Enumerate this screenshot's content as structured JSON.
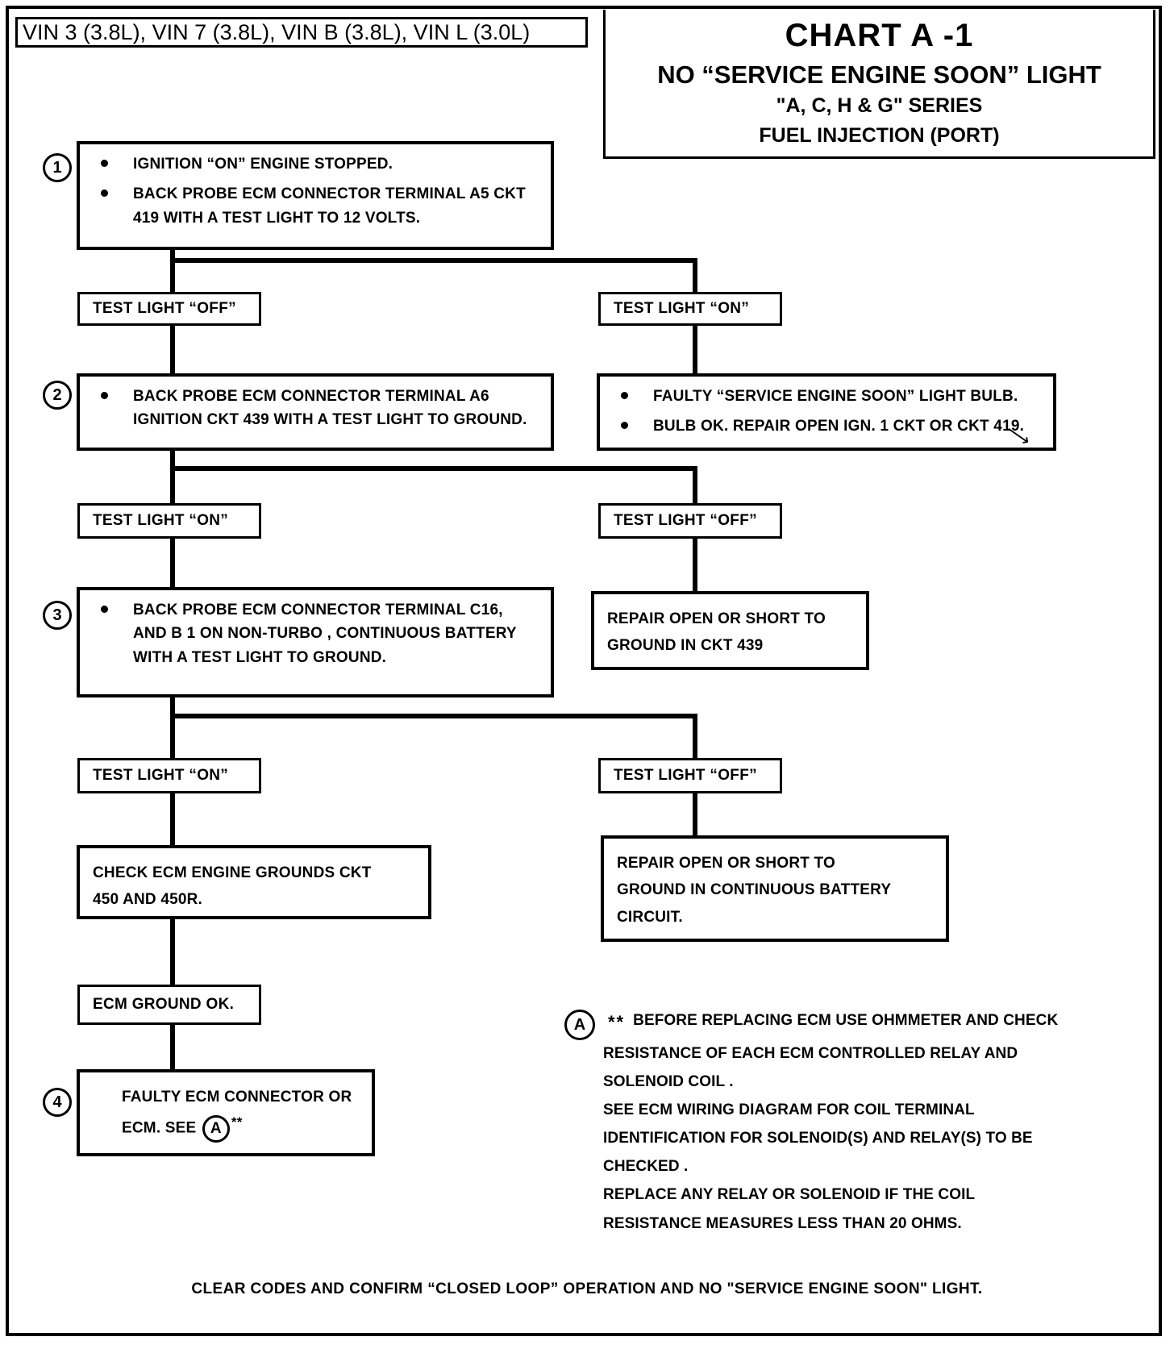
{
  "header": {
    "vin_label": "VIN 3 (3.8L), VIN 7 (3.8L), VIN B (3.8L), VIN L (3.0L)",
    "chart_number": "CHART  A -1",
    "title_line1": "NO “SERVICE ENGINE SOON” LIGHT",
    "title_line2": "\"A, C, H & G\" SERIES",
    "title_line3": "FUEL INJECTION  (PORT)"
  },
  "steps": {
    "one": "1",
    "two": "2",
    "three": "3",
    "four": "4"
  },
  "box1": {
    "bullets": [
      "IGNITION “ON” ENGINE STOPPED.",
      "BACK PROBE ECM CONNECTOR TERMINAL A5 CKT 419 WITH A TEST LIGHT TO 12 VOLTS."
    ]
  },
  "row1": {
    "left": "TEST LIGHT “OFF”",
    "right": "TEST LIGHT “ON”"
  },
  "box2": {
    "bullets": [
      "BACK PROBE ECM CONNECTOR TERMINAL A6 IGNITION CKT 439 WITH A TEST LIGHT TO GROUND."
    ]
  },
  "box2_right": {
    "bullets": [
      "FAULTY “SERVICE ENGINE SOON” LIGHT BULB.",
      "BULB OK. REPAIR OPEN IGN. 1 CKT OR CKT 419."
    ]
  },
  "row2": {
    "left": "TEST LIGHT “ON”",
    "right": "TEST LIGHT  “OFF”"
  },
  "box3": {
    "bullets": [
      "BACK PROBE ECM CONNECTOR TERMINAL C16, AND B 1 ON NON-TURBO , CONTINUOUS BATTERY WITH A TEST LIGHT TO GROUND."
    ]
  },
  "box3_right": {
    "line1": "REPAIR OPEN OR SHORT TO",
    "line2": "GROUND IN CKT 439"
  },
  "row3": {
    "left": "TEST LIGHT  “ON”",
    "right": "TEST LIGHT  “OFF”"
  },
  "box4_right": {
    "line1": "REPAIR OPEN OR SHORT TO",
    "line2": "GROUND IN CONTINUOUS BATTERY",
    "line3": "CIRCUIT."
  },
  "box_grounds": {
    "line1": "CHECK ECM ENGINE GROUNDS CKT",
    "line2": "450 AND  450R."
  },
  "box_ground_ok": {
    "label": "ECM GROUND OK."
  },
  "box4": {
    "line1": "FAULTY ECM CONNECTOR OR",
    "line2_pre": "ECM. SEE",
    "ref": "A",
    "line2_post": "**"
  },
  "note": {
    "ref": "A",
    "stars": "**",
    "lines": [
      "BEFORE REPLACING ECM USE OHMMETER AND CHECK",
      "RESISTANCE OF EACH ECM CONTROLLED RELAY AND",
      "SOLENOID COIL .",
      "SEE ECM WIRING DIAGRAM FOR COIL TERMINAL",
      "IDENTIFICATION FOR SOLENOID(S) AND RELAY(S) TO BE",
      "CHECKED .",
      "REPLACE ANY RELAY OR SOLENOID IF THE COIL",
      "RESISTANCE MEASURES LESS THAN 20 OHMS."
    ]
  },
  "footer": {
    "text": "CLEAR CODES AND CONFIRM “CLOSED LOOP”  OPERATION AND NO \"SERVICE ENGINE SOON\"  LIGHT."
  }
}
